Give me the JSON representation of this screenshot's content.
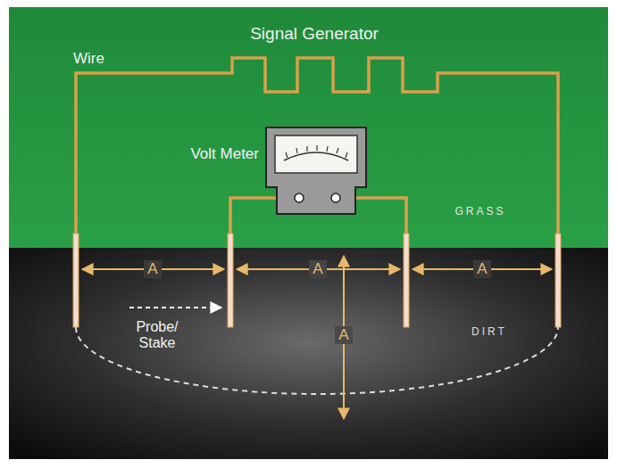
{
  "diagram": {
    "labels": [
      "Signal Generator",
      "Wire",
      "Volt Meter",
      "GRASS",
      "DIRT",
      "A",
      "A",
      "A",
      "A",
      "Probe/ Stake"
    ]
  }
}
